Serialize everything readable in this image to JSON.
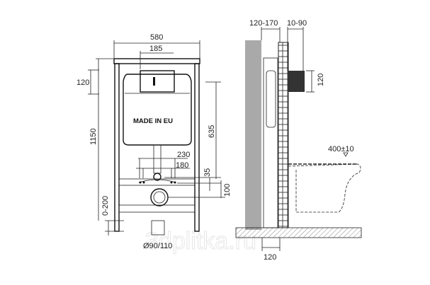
{
  "front_view": {
    "width_total": "580",
    "flush_width": "185",
    "height_total": "1150",
    "flush_height": "120",
    "tank_label": "MADE IN EU",
    "bolt_spacing_outer": "230",
    "bolt_spacing_inner": "180",
    "inlet_height": "635",
    "inlet_offset": "35",
    "bolt_to_drain": "100",
    "leg_adjust": "0-200",
    "drain_diameter": "Ø90/110"
  },
  "side_view": {
    "frame_depth": "120-170",
    "wall_cladding": "10-90",
    "plate_height": "120",
    "seat_height": "400±10",
    "base_depth": "120"
  },
  "watermark": "3dplitka.ru",
  "colors": {
    "line": "#222222",
    "wall": "#a9a9a9",
    "plate": "#333333"
  }
}
